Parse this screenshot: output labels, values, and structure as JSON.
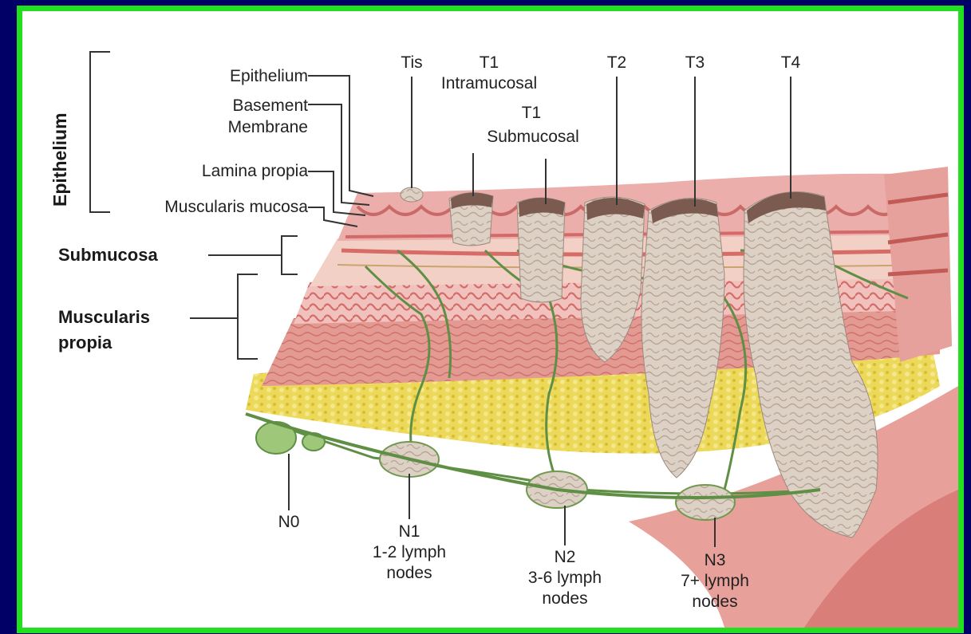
{
  "title": "",
  "layer_labels": {
    "epithelium_group": "Epithelium",
    "epithelium": "Epithelium",
    "basement_membrane_1": "Basement",
    "basement_membrane_2": "Membrane",
    "lamina_propia": "Lamina propia",
    "muscularis_mucosa": "Muscularis mucosa",
    "submucosa": "Submucosa",
    "muscularis_propia_1": "Muscularis",
    "muscularis_propia_2": "propia"
  },
  "t_stages": {
    "tis": "Tis",
    "t1_intramucosal_1": "T1",
    "t1_intramucosal_2": "Intramucosal",
    "t1_submucosal_1": "T1",
    "t1_submucosal_2": "Submucosal",
    "t2": "T2",
    "t3": "T3",
    "t4": "T4"
  },
  "n_stages": {
    "n0": "N0",
    "n1_code": "N1",
    "n1_line1": "1-2 lymph",
    "n1_line2": "nodes",
    "n2_code": "N2",
    "n2_line1": "3-6 lymph",
    "n2_line2": "nodes",
    "n3_code": "N3",
    "n3_line1": "7+ lymph",
    "n3_line2": "nodes"
  },
  "colors": {
    "background": "#000066",
    "frame_border": "#22e01f",
    "mucosa": "#e8a7a3",
    "muscle": "#e4958f",
    "fat": "#e8d24a",
    "tumor": "#d8cbbf",
    "lymph": "#6f9a4e"
  }
}
